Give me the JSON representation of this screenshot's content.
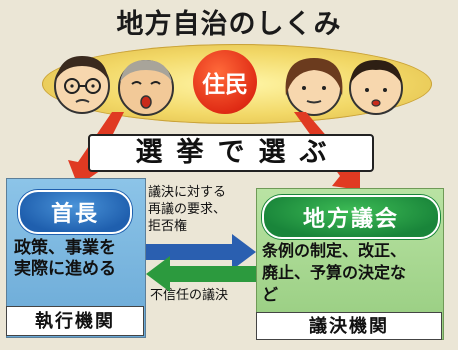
{
  "title": "地方自治のしくみ",
  "citizens": {
    "label": "住民",
    "faces": [
      "man-glasses-face",
      "elderly-man-face",
      "woman-face",
      "girl-face"
    ]
  },
  "election": {
    "text": "選挙で選ぶ"
  },
  "chief": {
    "title": "首長",
    "description": [
      "政策、事業を",
      "実際に進める"
    ],
    "footer": "執行機関"
  },
  "assembly": {
    "title": "地方議会",
    "description": [
      "条例の制定、改正、",
      "廃止、予算の決定な",
      "ど"
    ],
    "footer": "議決機関"
  },
  "relations": {
    "chief_to_assembly": [
      "議決に対する",
      "再議の要求、",
      "拒否権"
    ],
    "assembly_to_chief": "不信任の議決"
  },
  "colors": {
    "citizen_red": "#e02c15",
    "chief_blue": "#1f5fae",
    "assembly_green": "#19853a",
    "arrow_red": "#e03a22",
    "arrow_blue": "#2a5fb0",
    "arrow_green": "#2c9a3e"
  }
}
